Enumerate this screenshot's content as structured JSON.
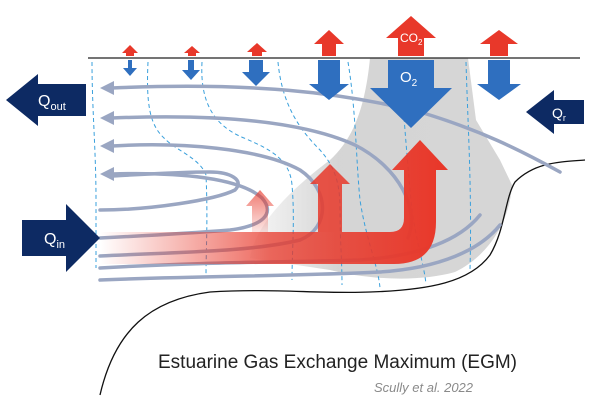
{
  "labels": {
    "q_out": {
      "main": "Q",
      "sub": "out"
    },
    "q_in": {
      "main": "Q",
      "sub": "in"
    },
    "q_r": {
      "main": "Q",
      "sub": "r"
    },
    "co2": {
      "main": "CO",
      "sub": "2"
    },
    "o2": {
      "main": "O",
      "sub": "2"
    }
  },
  "title": "Estuarine Gas Exchange Maximum (EGM)",
  "credit": "Scully et al. 2022",
  "colors": {
    "navy": "#0d2a63",
    "blue": "#2f6fbf",
    "red": "#e8382a",
    "flow": "#9aa6c2",
    "dashed": "#3aa0dc",
    "plume": "#d0d0d0"
  }
}
